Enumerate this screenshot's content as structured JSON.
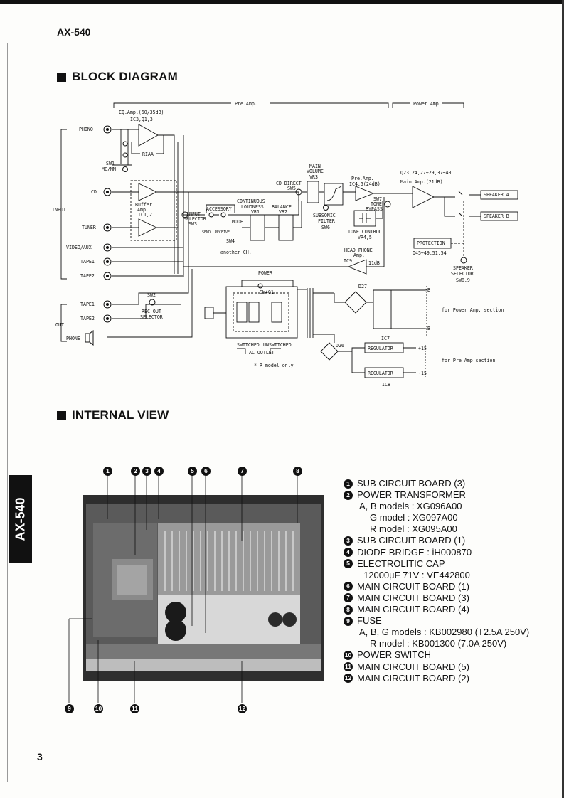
{
  "header": {
    "model": "AX-540"
  },
  "side_tab": {
    "label": "AX-540"
  },
  "page_number": "3",
  "sections": {
    "block_diagram_title": "BLOCK DIAGRAM",
    "internal_view_title": "INTERNAL VIEW"
  },
  "block_diagram": {
    "pre_amp": "Pre.Amp.",
    "power_amp": "Power Amp.",
    "eq_amp": "EQ.Amp.(60/35dB)",
    "ic_eq": "IC3,Q1,3",
    "riaa": "RIAA",
    "sw1": "SW1",
    "mc_mm": "MC/MM",
    "input": "INPUT",
    "phono": "PHONO",
    "cd": "CD",
    "tuner": "TUNER",
    "video_aux": "VIDEO/AUX",
    "tape1": "TAPE1",
    "tape2": "TAPE2",
    "buffer": "Buffer",
    "amp": "Amp.",
    "ic12": "IC1,2",
    "input_selector": "INPUT",
    "selector": "SELECTOR",
    "sw3": "SW3",
    "accessory": "ACCESSORY",
    "send": "SEND",
    "receive": "RECEIVE",
    "mode": "MODE",
    "sw4": "SW4",
    "another_ch": "another CH.",
    "continuous": "CONTINUOUS",
    "loudness": "LOUDNESS",
    "vr1": "VR1",
    "balance": "BALANCE",
    "vr2": "VR2",
    "cd_direct": "CD DIRECT",
    "sw5": "SW5",
    "main": "MAIN",
    "volume": "VOLUME",
    "vr3": "VR3",
    "subsonic": "SUBSONIC",
    "filter": "FILTER",
    "sw6": "SW6",
    "pre_amp2": "Pre.Amp.",
    "ic45": "IC4,5(24dB)",
    "sw7": "SW7",
    "tone": "TONE",
    "bypass": "BYPASS",
    "tone_control": "TONE CONTROL",
    "vr45": "VR4,5",
    "q_main": "Q23,24,27~29,37~40",
    "main_amp": "Main Amp.(21dB)",
    "speaker_a": "SPEAKER A",
    "speaker_b": "SPEAKER B",
    "protection": "PROTECTION",
    "q_prot": "Q45~49,51,54",
    "speaker": "SPEAKER",
    "spk_selector": "SELECTOR",
    "sw89": "SW8,9",
    "head_phone": "HEAD PHONE",
    "hp_amp": "Amp.",
    "ic9": "IC9",
    "db11": "11dB",
    "out": "OUT",
    "tape1_out": "TAPE1",
    "tape2_out": "TAPE2",
    "sw2": "SW2",
    "rec_out": "REC OUT",
    "rec_selector": "SELECTOR",
    "phone": "PHONE",
    "power": "POWER",
    "sw401": "SW401",
    "switched": "SWITCHED",
    "unswitched": "UNSWITCHED",
    "ac_outlet": "AC OUTLET",
    "r_model_only": "* R model only",
    "d27": "D27",
    "plus_b": "+B",
    "minus_b": "-B",
    "for_power": "for Power Amp. section",
    "ic7": "IC7",
    "regulator1": "REGULATOR",
    "regulator2": "REGULATOR",
    "d26": "D26",
    "plus15": "+15",
    "minus15": "-15",
    "ic8": "IC8",
    "for_pre": "for Pre Amp.section"
  },
  "internal_view": {
    "callouts_top": [
      "1",
      "2",
      "3",
      "4",
      "5",
      "6",
      "7",
      "8"
    ],
    "callouts_bottom": [
      "9",
      "10",
      "11",
      "12"
    ],
    "legend": [
      {
        "num": "1",
        "label": "SUB CIRCUIT BOARD (3)",
        "details": []
      },
      {
        "num": "2",
        "label": "POWER TRANSFORMER",
        "details": [
          "A, B models : XG096A00",
          "G model : XG097A00",
          "R model : XG095A00"
        ]
      },
      {
        "num": "3",
        "label": "SUB CIRCUIT BOARD (1)",
        "details": []
      },
      {
        "num": "4",
        "label": "DIODE BRIDGE : iH000870",
        "details": []
      },
      {
        "num": "5",
        "label": "ELECTROLITIC CAP",
        "details": [
          "12000µF 71V : VE442800"
        ]
      },
      {
        "num": "6",
        "label": "MAIN CIRCUIT BOARD (1)",
        "details": []
      },
      {
        "num": "7",
        "label": "MAIN CIRCUIT BOARD (3)",
        "details": []
      },
      {
        "num": "8",
        "label": "MAIN CIRCUIT BOARD (4)",
        "details": []
      },
      {
        "num": "9",
        "label": "FUSE",
        "details": [
          "A, B, G models : KB002980 (T2.5A 250V)",
          "R model : KB001300 (7.0A 250V)"
        ]
      },
      {
        "num": "10",
        "label": "POWER SWITCH",
        "details": []
      },
      {
        "num": "11",
        "label": "MAIN CIRCUIT BOARD (5)",
        "details": []
      },
      {
        "num": "12",
        "label": "MAIN CIRCUIT BOARD (2)",
        "details": []
      }
    ]
  }
}
